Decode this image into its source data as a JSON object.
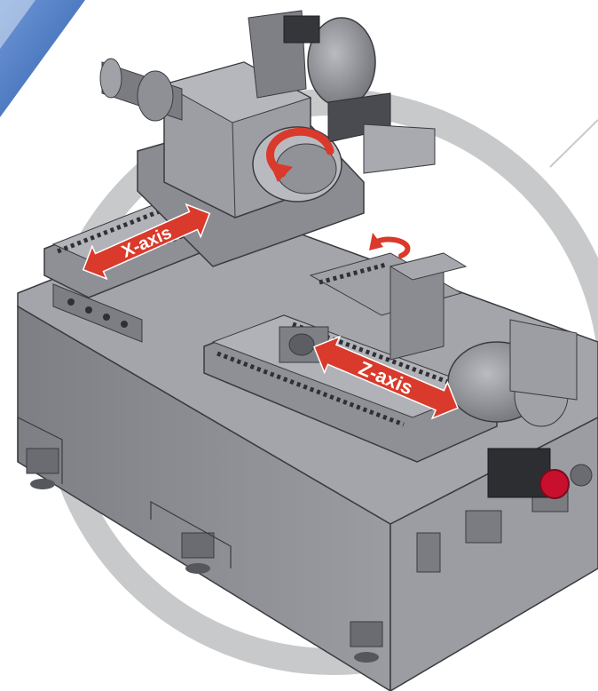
{
  "figure": {
    "labels": {
      "x_axis": "X-axis",
      "z_axis": "Z-axis"
    }
  },
  "colors": {
    "background": "#ffffff",
    "ring": "#c8c9ca",
    "accent_stripe": "#3f6fbe",
    "machine_body": "#8d8f95",
    "machine_top": "#a9abb0",
    "machine_dark": "#5c5e63",
    "machine_edge": "#3a3b3f",
    "arrow_red": "#d93a2b",
    "motor_red": "#c8102e"
  },
  "icons": {
    "x_axis_arrow": "double-headed-arrow",
    "z_axis_arrow": "double-headed-arrow",
    "spindle_rotation": "curved-rotation-arrow",
    "tailstock_rotation": "curved-rotation-arrow"
  }
}
